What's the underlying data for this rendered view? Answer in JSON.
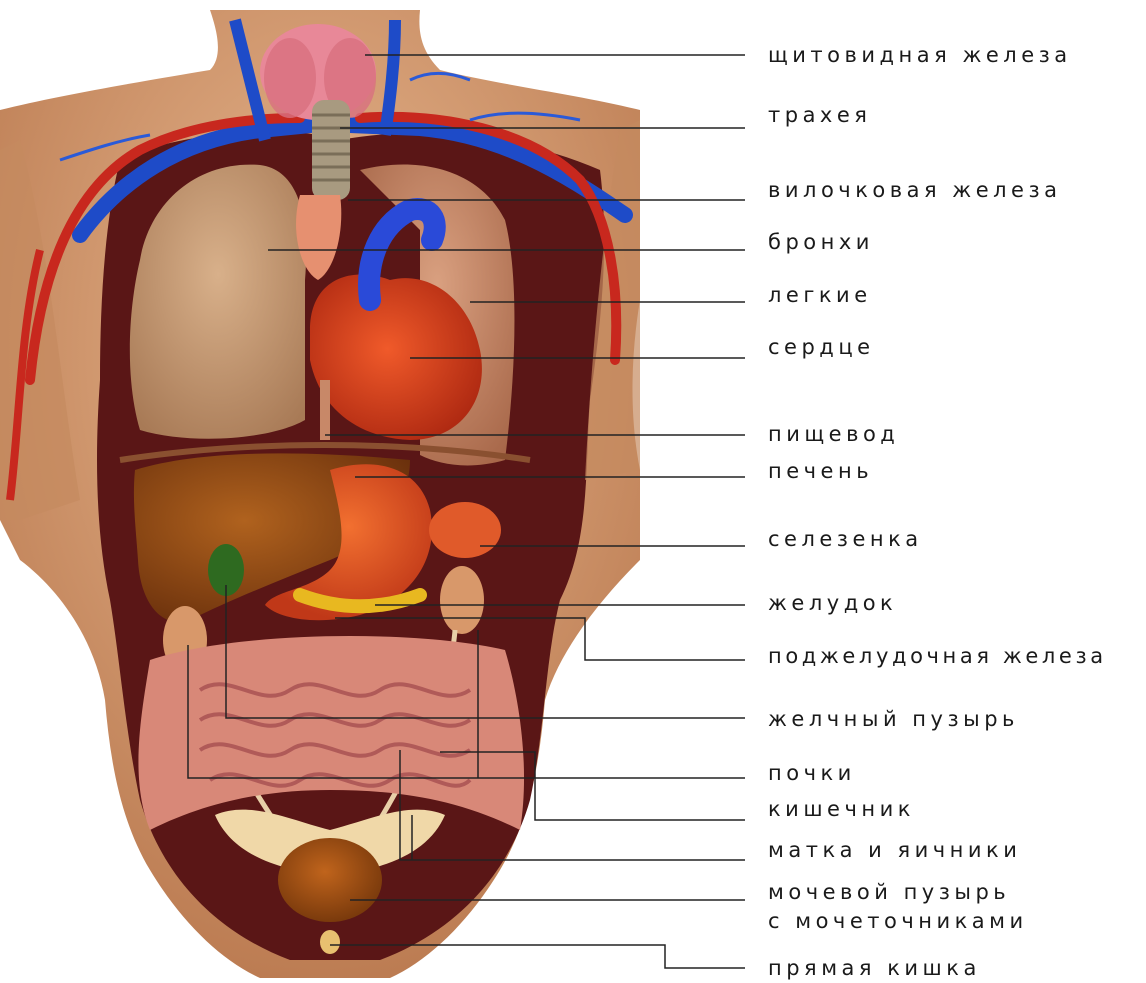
{
  "labels": {
    "thyroid": "щитовидная железа",
    "trachea": "трахея",
    "thymus": "вилочковая железа",
    "bronchi": "бронхи",
    "lungs": "легкие",
    "heart": "сердце",
    "esophagus": "пищевод",
    "liver": "печень",
    "spleen": "селезенка",
    "stomach": "желудок",
    "pancreas": "поджелудочная железа",
    "gallbladder": "желчный пузырь",
    "kidneys": "почки",
    "intestine": "кишечник",
    "uterus": "матка и яичники",
    "bladder_line1": "мочевой пузырь",
    "bladder_line2": "с мочеточниками",
    "rectum": "прямая кишка"
  },
  "colors": {
    "skin": "#d9a27a",
    "cavity": "#5a1616",
    "vein": "#1e4bc8",
    "artery": "#c8281e",
    "lung": "#c98a6c",
    "heart": "#d8401e",
    "liver": "#8a4414",
    "intestine": "#d88878",
    "thyroid": "#e88898",
    "leader_line": "#222222"
  }
}
